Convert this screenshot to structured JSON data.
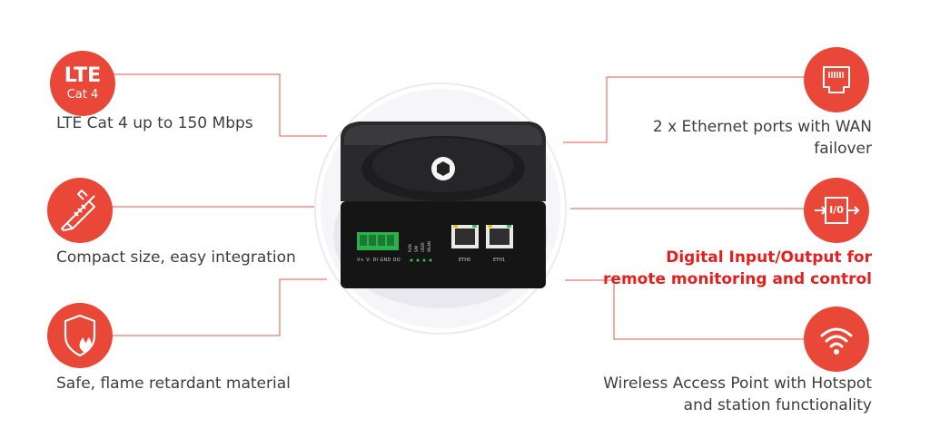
{
  "features": {
    "lte": {
      "icon_line1": "LTE",
      "icon_line2": "Cat 4",
      "text": "LTE Cat 4 up to 150 Mbps",
      "icon": "lte-badge-icon"
    },
    "compact": {
      "text": "Compact size, easy integration",
      "icon": "caliper-icon"
    },
    "safe": {
      "text": "Safe, flame retardant material",
      "icon": "flame-shield-icon"
    },
    "ethernet": {
      "line1": "2 x Ethernet ports with WAN",
      "line2": "failover",
      "icon": "ethernet-port-icon"
    },
    "io": {
      "line1": "Digital Input/Output for",
      "line2": "remote monitoring and control",
      "icon_label": "I/0",
      "icon": "io-icon"
    },
    "wifi": {
      "line1": "Wireless Access Point with Hotspot",
      "line2": "and station functionality",
      "icon": "wifi-icon"
    }
  },
  "device": {
    "terminal_label": "V+ V- DI GND DO",
    "led_labels": [
      "RUN",
      "SIM",
      "USER",
      "WLAN"
    ],
    "port_labels": [
      "ETH0",
      "ETH1"
    ]
  },
  "colors": {
    "accent": "#e94738",
    "text": "#3d3d3d",
    "highlight": "#e51e1e",
    "line": "#e9574a"
  }
}
